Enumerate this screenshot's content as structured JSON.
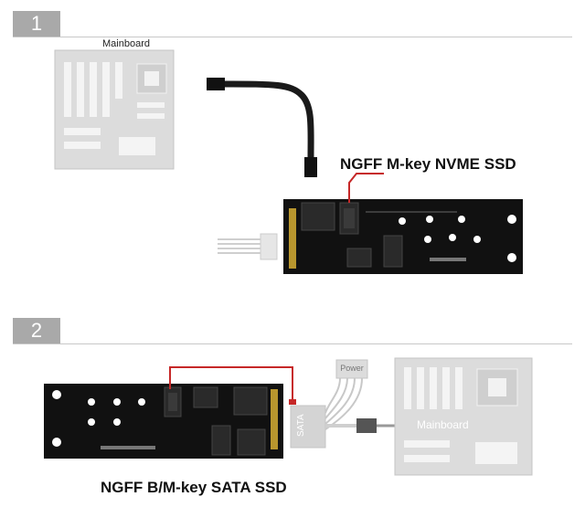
{
  "step1": {
    "number": "1",
    "mainboard_label": "Mainboard",
    "ssd_label": "NGFF M-key NVME SSD"
  },
  "step2": {
    "number": "2",
    "mainboard_label": "Mainboard",
    "ssd_label": "NGFF B/M-key SATA SSD",
    "power_label": "Power",
    "sata_label": "SATA"
  },
  "colors": {
    "board": "#111111",
    "mainboard": "#d9d9d9",
    "accent_line": "#c62828",
    "badge": "#a9a9a9"
  }
}
